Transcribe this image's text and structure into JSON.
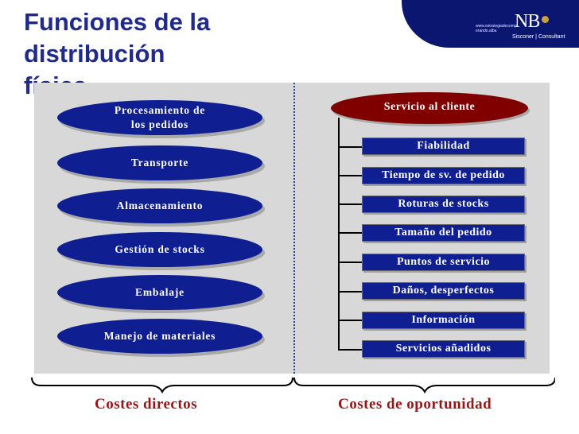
{
  "slide": {
    "title_line1": "Funciones de la  distribución",
    "title_line2": "física."
  },
  "logo": {
    "mark": "NB",
    "small_text_1": "www.estrategiadecomp",
    "small_text_2": "erando.alba",
    "sub": "Sisconer | Consultant"
  },
  "left": {
    "functions": [
      {
        "line1": "Procesamiento de",
        "line2": "los pedidos"
      },
      {
        "line1": "Transporte"
      },
      {
        "line1": "Almacenamiento"
      },
      {
        "line1": "Gestión de stocks"
      },
      {
        "line1": "Embalaje"
      },
      {
        "line1": "Manejo de materiales"
      }
    ],
    "footer": "Costes directos"
  },
  "right": {
    "header": "Servicio al cliente",
    "items": [
      "Fiabilidad",
      "Tiempo de sv. de pedido",
      "Roturas de stocks",
      "Tamaño del pedido",
      "Puntos de servicio",
      "Daños, desperfectos",
      "Información",
      "Servicios añadidos"
    ],
    "footer": "Costes de oportunidad"
  },
  "colors": {
    "title": "#1f2a8a",
    "ellipse_blue": "#0f1f92",
    "ellipse_red": "#800000",
    "panel": "#d8d8d8",
    "footer_text": "#9b1414"
  }
}
